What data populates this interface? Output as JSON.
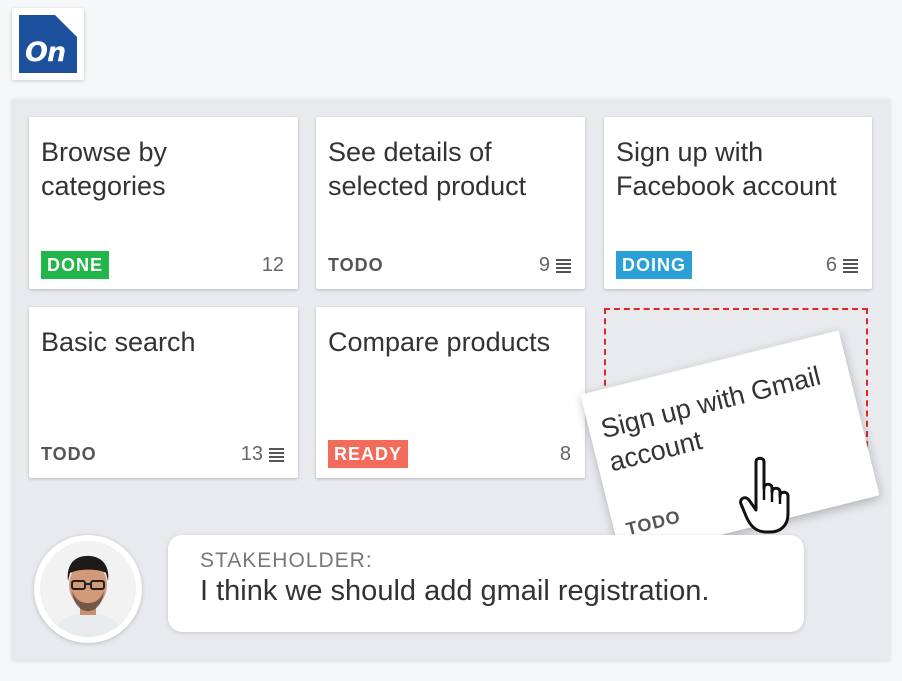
{
  "logo": {
    "text": "On",
    "icon": "onstage-logo-icon"
  },
  "cards": [
    {
      "title": "Browse by categories",
      "status": "DONE",
      "status_style": "done",
      "count": "12",
      "has_lines_icon": false
    },
    {
      "title": "See details of selected product",
      "status": "TODO",
      "status_style": "plain",
      "count": "9",
      "has_lines_icon": true
    },
    {
      "title": "Sign up with Facebook account",
      "status": "DOING",
      "status_style": "doing",
      "count": "6",
      "has_lines_icon": true
    },
    {
      "title": "Basic search",
      "status": "TODO",
      "status_style": "plain",
      "count": "13",
      "has_lines_icon": true
    },
    {
      "title": "Compare products",
      "status": "READY",
      "status_style": "ready",
      "count": "8",
      "has_lines_icon": false
    }
  ],
  "dragged_card": {
    "title": "Sign up with Gmail account",
    "status": "TODO"
  },
  "drop_zone": {
    "border_color": "#e0262b"
  },
  "comment": {
    "speaker": "STAKEHOLDER:",
    "text": "I think we should add gmail registration."
  },
  "colors": {
    "done": "#22b54a",
    "doing": "#2a9fd8",
    "ready": "#f26b5b",
    "logo": "#1c4f9c"
  }
}
